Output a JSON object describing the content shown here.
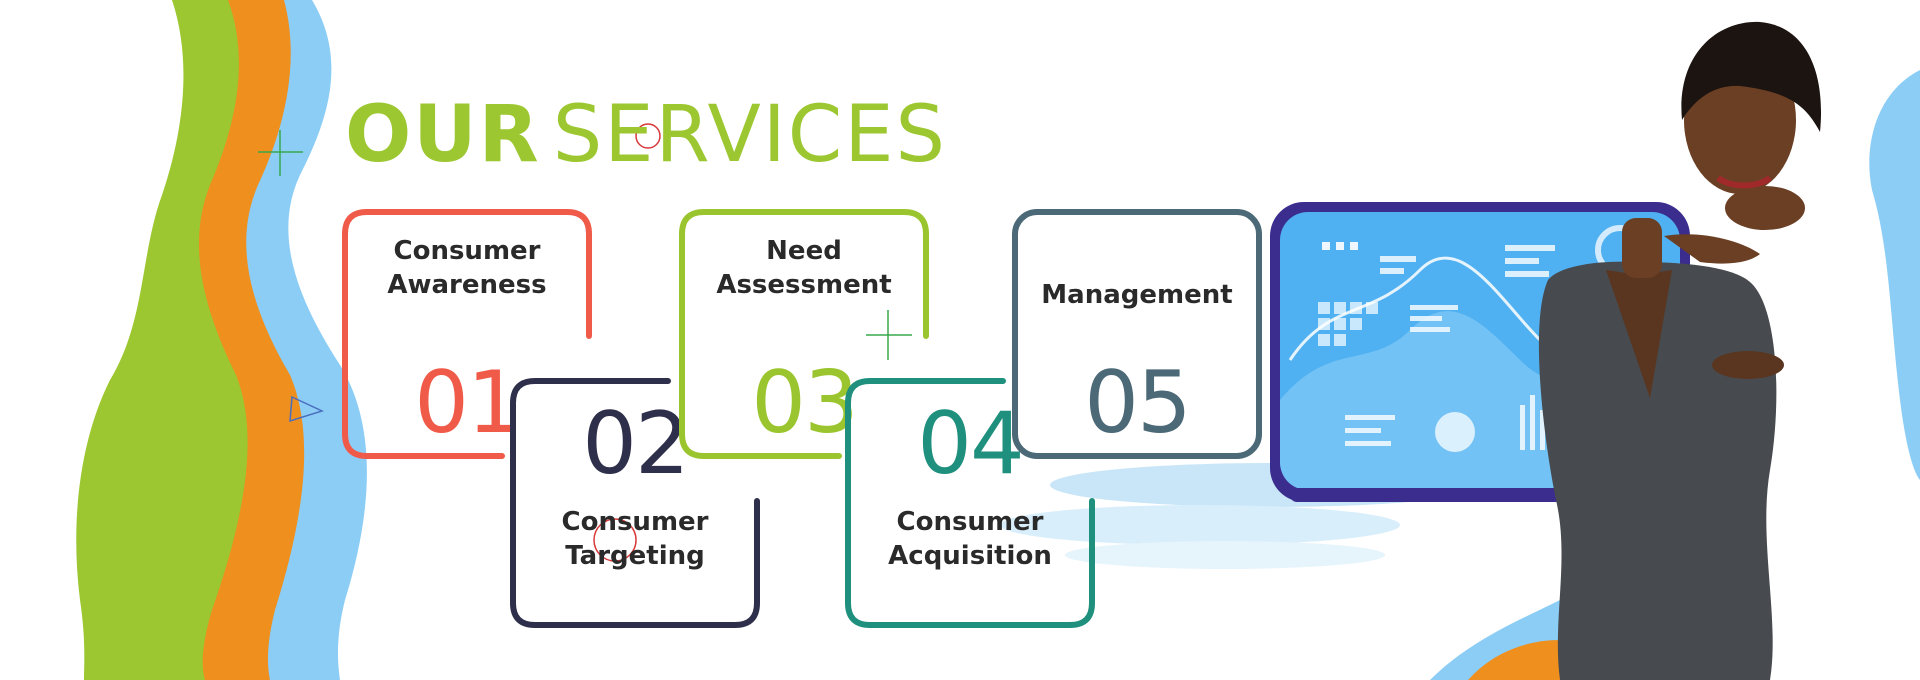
{
  "heading": {
    "bold": "OUR",
    "light": "SERVICES"
  },
  "colors": {
    "green": "#9cc731",
    "orange": "#ee8f1e",
    "sky": "#8ccdf6",
    "coral": "#f05a48",
    "navy": "#2e2f4a",
    "lime": "#9bc52e",
    "teal": "#1f8f7e",
    "slate": "#4c6977"
  },
  "services": [
    {
      "number": "01",
      "label_line1": "Consumer",
      "label_line2": "Awareness",
      "color": "#f05a48"
    },
    {
      "number": "02",
      "label_line1": "Consumer",
      "label_line2": "Targeting",
      "color": "#2e2f4a"
    },
    {
      "number": "03",
      "label_line1": "Need",
      "label_line2": "Assessment",
      "color": "#9bc52e"
    },
    {
      "number": "04",
      "label_line1": "Consumer",
      "label_line2": "Acquisition",
      "color": "#1f8f7e"
    },
    {
      "number": "05",
      "label_line1": "Management",
      "label_line2": "",
      "color": "#4c6977"
    }
  ]
}
